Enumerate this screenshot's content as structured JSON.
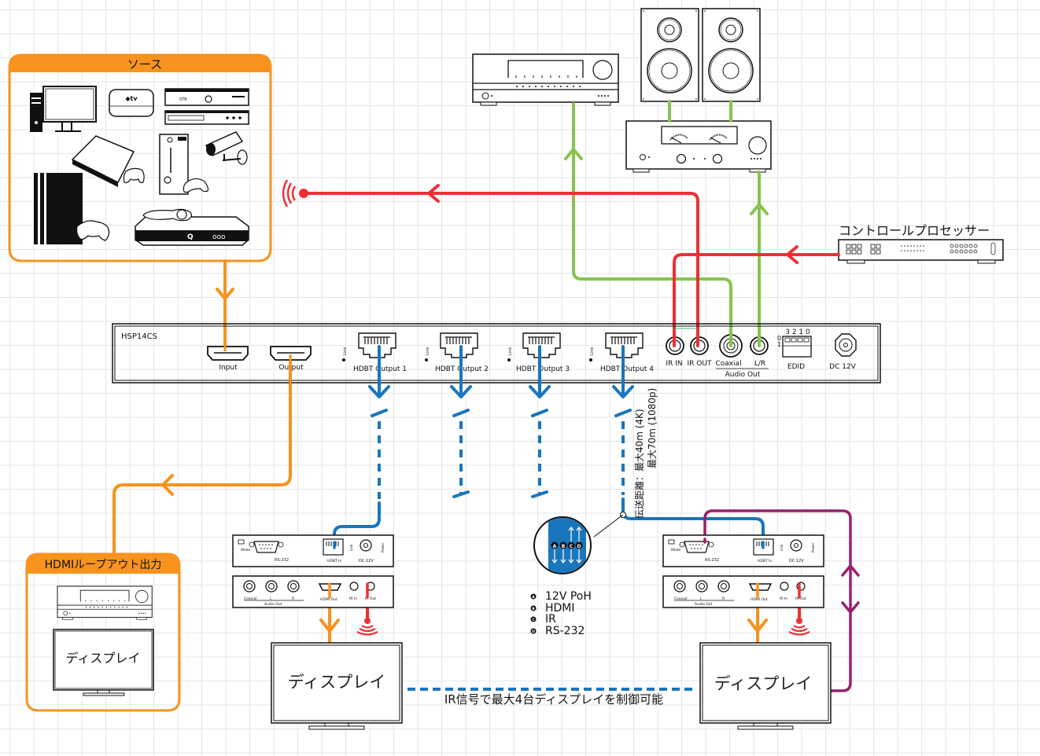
{
  "colors": {
    "hdmi": "#f7931e",
    "ir": "#ee2f36",
    "audio": "#86c44f",
    "hdbt": "#1976bd",
    "rs232": "#9b1f6e",
    "outline": "#111111"
  },
  "source_group": {
    "title": "ソース",
    "devices": [
      "pc-icon",
      "apple-tv-icon",
      "stb-icon",
      "bluray-player-icon",
      "game-console-slim-icon",
      "xbox-icon",
      "security-camera-icon",
      "ps4-pro-icon",
      "media-box-icon"
    ]
  },
  "loop_group": {
    "title": "HDMIループアウト出力",
    "display_label": "ディスプレイ"
  },
  "switcher": {
    "model": "HSP14CS",
    "hdmi_input": "Input",
    "hdmi_output": "Output",
    "link_label": "Link",
    "hdbt_outputs": [
      "HDBT Output 1",
      "HDBT Output 2",
      "HDBT Output 3",
      "HDBT Output 4"
    ],
    "ir_in": "IR IN",
    "ir_out": "IR OUT",
    "coaxial": "Coaxial",
    "lr": "L/R",
    "audio_out": "Audio Out",
    "edid_bits": "3 2 1 0",
    "edid_zero": "0",
    "edid_one": "1",
    "edid": "EDID",
    "dc": "DC 12V"
  },
  "control_processor": {
    "label": "コントロールプロセッサー"
  },
  "distance": {
    "line1": "伝送距離：最大40m (4K)",
    "line2": "最大70m (1080p)"
  },
  "cable_legend": {
    "letters": [
      "A",
      "B",
      "C",
      "D"
    ],
    "items": [
      {
        "letter": "A",
        "label": "12V PoH"
      },
      {
        "letter": "B",
        "label": "HDMI"
      },
      {
        "letter": "C",
        "label": "IR"
      },
      {
        "letter": "D",
        "label": "RS-232"
      }
    ]
  },
  "receiver": {
    "mode": "Mode",
    "rs232": "RS-232",
    "hdbt_in": "HDBT In",
    "link": "Link",
    "dc": "DC 12V",
    "power": "Power",
    "coaxial": "Coaxial",
    "l": "L",
    "r": "R",
    "audio_out": "Audio Out",
    "hdmi_out": "HDMI Out",
    "ir_in": "IR In",
    "ir_out": "IR Out"
  },
  "displays": {
    "left": "ディスプレイ",
    "right": "ディスプレイ"
  },
  "ir_note": "IR信号で最大4台ディスプレイを制御可能"
}
